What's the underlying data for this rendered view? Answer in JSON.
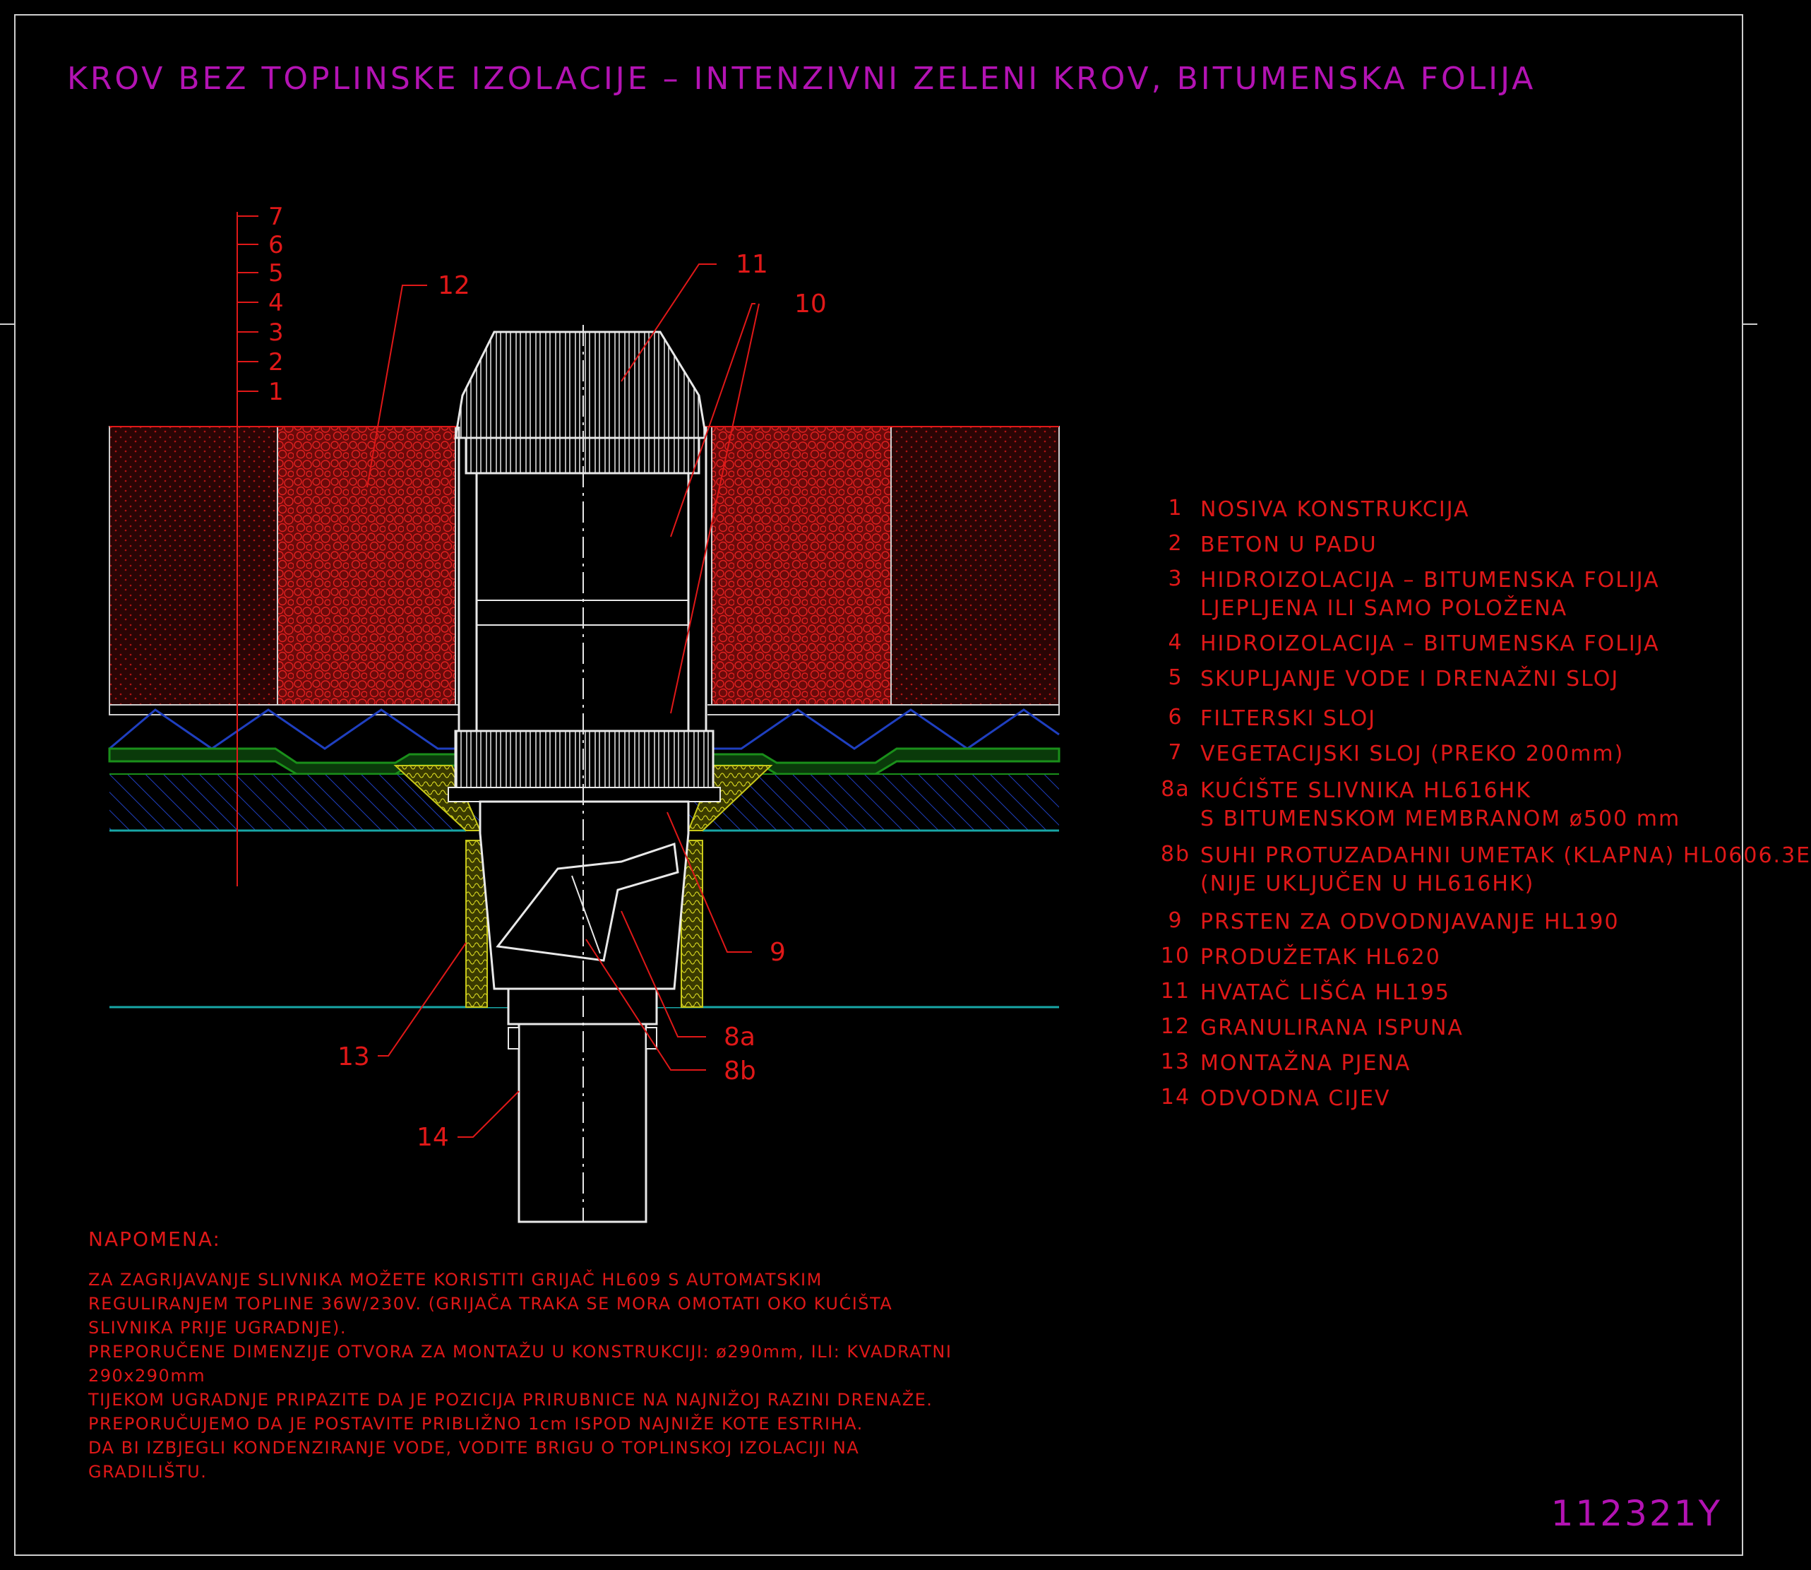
{
  "title": "KROV BEZ TOPLINSKE IZOLACIJE – INTENZIVNI ZELENI KROV, BITUMENSKA FOLIJA",
  "drawing_code": "112321Y",
  "scale_marks": [
    "7",
    "6",
    "5",
    "4",
    "3",
    "2",
    "1"
  ],
  "callouts": {
    "c12": "12",
    "c11": "11",
    "c10": "10",
    "c9": "9",
    "c8a": "8a",
    "c8b": "8b",
    "c13": "13",
    "c14": "14"
  },
  "legend": [
    {
      "num": "1",
      "lines": [
        "NOSIVA KONSTRUKCIJA"
      ]
    },
    {
      "num": "2",
      "lines": [
        "BETON U PADU"
      ]
    },
    {
      "num": "3",
      "lines": [
        "HIDROIZOLACIJA – BITUMENSKA FOLIJA",
        "LJEPLJENA ILI SAMO POLOŽENA"
      ]
    },
    {
      "num": "4",
      "lines": [
        "HIDROIZOLACIJA – BITUMENSKA FOLIJA"
      ]
    },
    {
      "num": "5",
      "lines": [
        "SKUPLJANJE VODE I DRENAŽNI SLOJ"
      ]
    },
    {
      "num": "6",
      "lines": [
        "FILTERSKI SLOJ"
      ]
    },
    {
      "num": "7",
      "lines": [
        "VEGETACIJSKI SLOJ (PREKO 200mm)"
      ]
    },
    {
      "num": "8a",
      "lines": [
        "KUĆIŠTE SLIVNIKA HL616HK",
        "S BITUMENSKOM MEMBRANOM ø500 mm"
      ]
    },
    {
      "num": "8b",
      "lines": [
        "SUHI PROTUZADAHNI UMETAK (KLAPNA) HL0606.3E",
        "(NIJE UKLJUČEN U HL616HK)"
      ]
    },
    {
      "num": "9",
      "lines": [
        "PRSTEN ZA ODVODNJAVANJE HL190"
      ]
    },
    {
      "num": "10",
      "lines": [
        "PRODUŽETAK HL620"
      ]
    },
    {
      "num": "11",
      "lines": [
        "HVATAČ LIŠĆA HL195"
      ]
    },
    {
      "num": "12",
      "lines": [
        "GRANULIRANA ISPUNA"
      ]
    },
    {
      "num": "13",
      "lines": [
        "MONTAŽNA PJENA"
      ]
    },
    {
      "num": "14",
      "lines": [
        "ODVODNA CIJEV"
      ]
    }
  ],
  "note": {
    "heading": "NAPOMENA:",
    "lines": [
      "ZA ZAGRIJAVANJE SLIVNIKA MOŽETE KORISTITI GRIJAČ HL609 S AUTOMATSKIM",
      "REGULIRANJEM TOPLINE 36W/230V. (GRIJAČA TRAKA SE MORA OMOTATI OKO KUĆIŠTA",
      "SLIVNIKA PRIJE UGRADNJE).",
      "PREPORUČENE DIMENZIJE OTVORA ZA MONTAŽU U KONSTRUKCIJI: ø290mm, ILI: KVADRATNI",
      "290x290mm",
      "TIJEKOM UGRADNJE PRIPAZITE DA JE POZICIJA PRIRUBNICE NA NAJNIŽOJ RAZINI DRENAŽE.",
      "PREPORUČUJEMO DA JE POSTAVITE PRIBLIŽNO 1cm ISPOD NAJNIŽE KOTE ESTRIHA.",
      "DA BI IZBJEGLI KONDENZIRANJE VODE, VODITE BRIGU O TOPLINSKOJ IZOLACIJI NA",
      "GRADILIŠTU."
    ]
  },
  "colors": {
    "background": "#000000",
    "title": "#b313b3",
    "annotation": "#e01818",
    "drain_body": "#e8e8e8",
    "vegetation": "#8b1010",
    "filter_layer": "#1a8f1a",
    "drainage_layer": "#1a3fb8",
    "support_line": "#18a6a6",
    "foam": "#c8c81a"
  }
}
